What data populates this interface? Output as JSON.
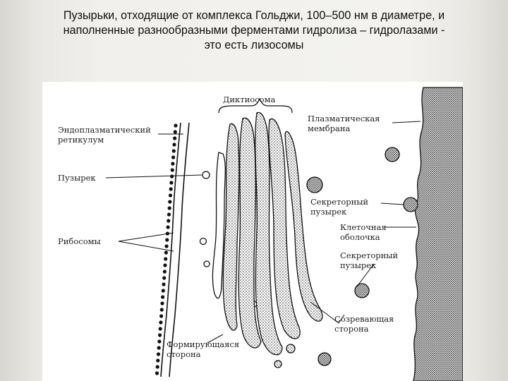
{
  "slide": {
    "title_lines": [
      "Пузырьки, отходящие от комплекса Гольджи, 100–500 нм в диаметре, и",
      "наполненные разнообразными ферментами гидролиза – гидролазами -",
      "это есть  лизосомы"
    ]
  },
  "diagram": {
    "labels": {
      "dictyosome": "Диктиосома",
      "er_line1": "Эндоплазматический",
      "er_line2": "ретикулум",
      "vesicle": "Пузырек",
      "ribosomes": "Рибосомы",
      "plasma_line1": "Плазматическая",
      "plasma_line2": "мембрана",
      "secretory1_line1": "Секреторный",
      "secretory1_line2": "пузырек",
      "cell_coat_line1": "Клеточная",
      "cell_coat_line2": "оболочка",
      "secretory2_line1": "Секреторный",
      "secretory2_line2": "пузырек",
      "maturing_line1": "Созревающая",
      "maturing_line2": "сторона",
      "forming_line1": "Формирующаяся",
      "forming_line2": "сторона"
    }
  }
}
